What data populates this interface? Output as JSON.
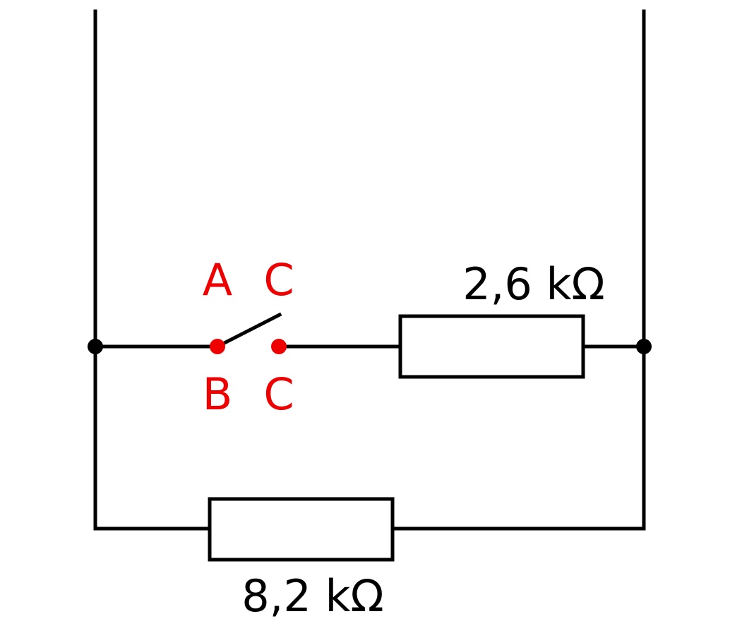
{
  "colors": {
    "wire": "#000000",
    "highlight": "#ee0000"
  },
  "labels": {
    "r_top": "2,6 kΩ",
    "r_bottom": "8,2 kΩ",
    "switch_top_left": "A",
    "switch_top_right": "C",
    "switch_bottom_left": "B",
    "switch_bottom_right": "C"
  }
}
